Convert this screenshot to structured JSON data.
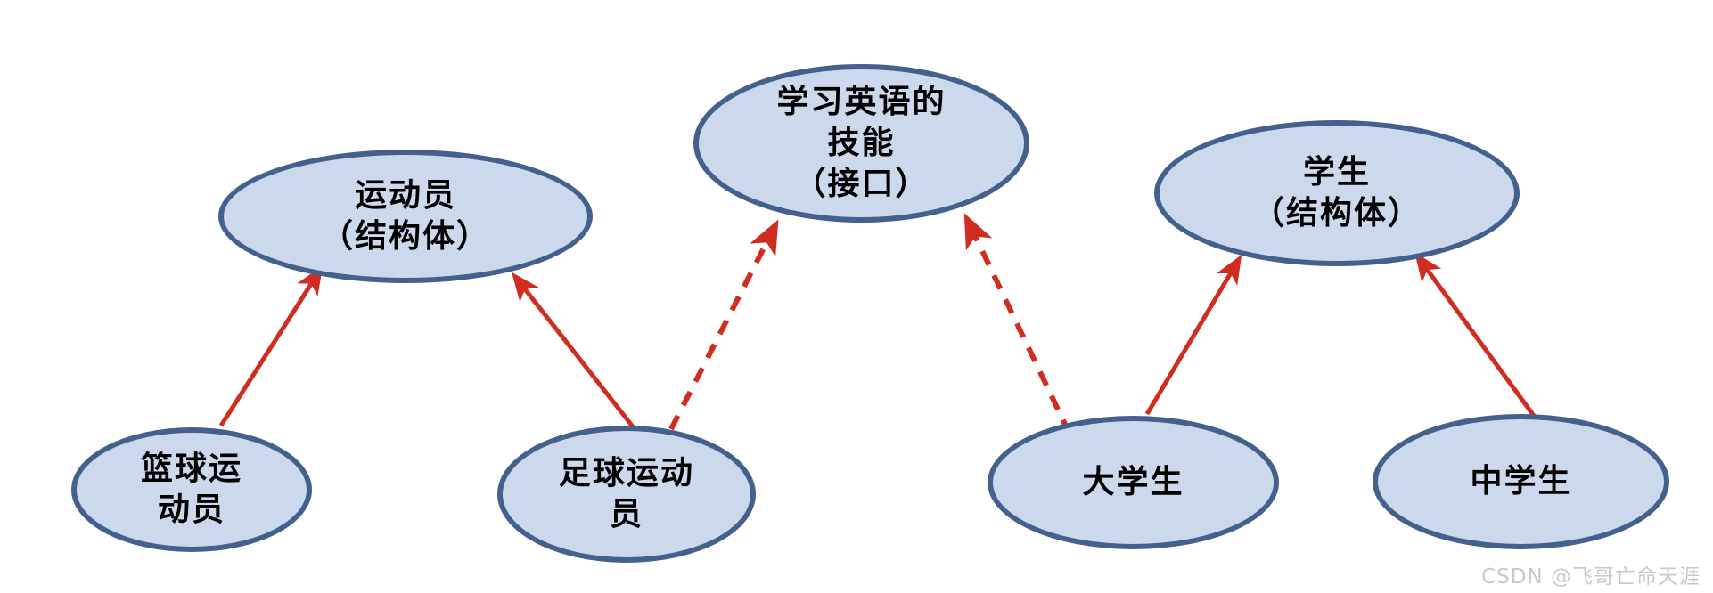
{
  "diagram": {
    "title_hint": "struct/interface inheritance diagram",
    "nodes": {
      "athlete_struct": {
        "label": "运动员\n（结构体）"
      },
      "english_skill_interface": {
        "label": "学习英语的\n技能\n（接口）"
      },
      "student_struct": {
        "label": "学生\n（结构体）"
      },
      "basketball_player": {
        "label": "篮球运\n动员"
      },
      "football_player": {
        "label": "足球运动\n员"
      },
      "college_student": {
        "label": "大学生"
      },
      "middle_school_student": {
        "label": "中学生"
      }
    },
    "edges": [
      {
        "from": "篮球运动员",
        "to": "运动员（结构体）",
        "style": "solid-arrow"
      },
      {
        "from": "足球运动员",
        "to": "运动员（结构体）",
        "style": "solid-arrow"
      },
      {
        "from": "足球运动员",
        "to": "学习英语的技能（接口）",
        "style": "dashed-arrow"
      },
      {
        "from": "大学生",
        "to": "学习英语的技能（接口）",
        "style": "dashed-arrow"
      },
      {
        "from": "大学生",
        "to": "学生（结构体）",
        "style": "solid-arrow"
      },
      {
        "from": "中学生",
        "to": "学生（结构体）",
        "style": "solid-arrow"
      }
    ],
    "colors": {
      "node_fill": "#ccd8ec",
      "node_border": "#44608c",
      "arrow": "#d02d20",
      "text": "#000000",
      "watermark": "#c9c9c9"
    }
  },
  "watermark": {
    "text": "CSDN @飞哥亡命天涯"
  }
}
